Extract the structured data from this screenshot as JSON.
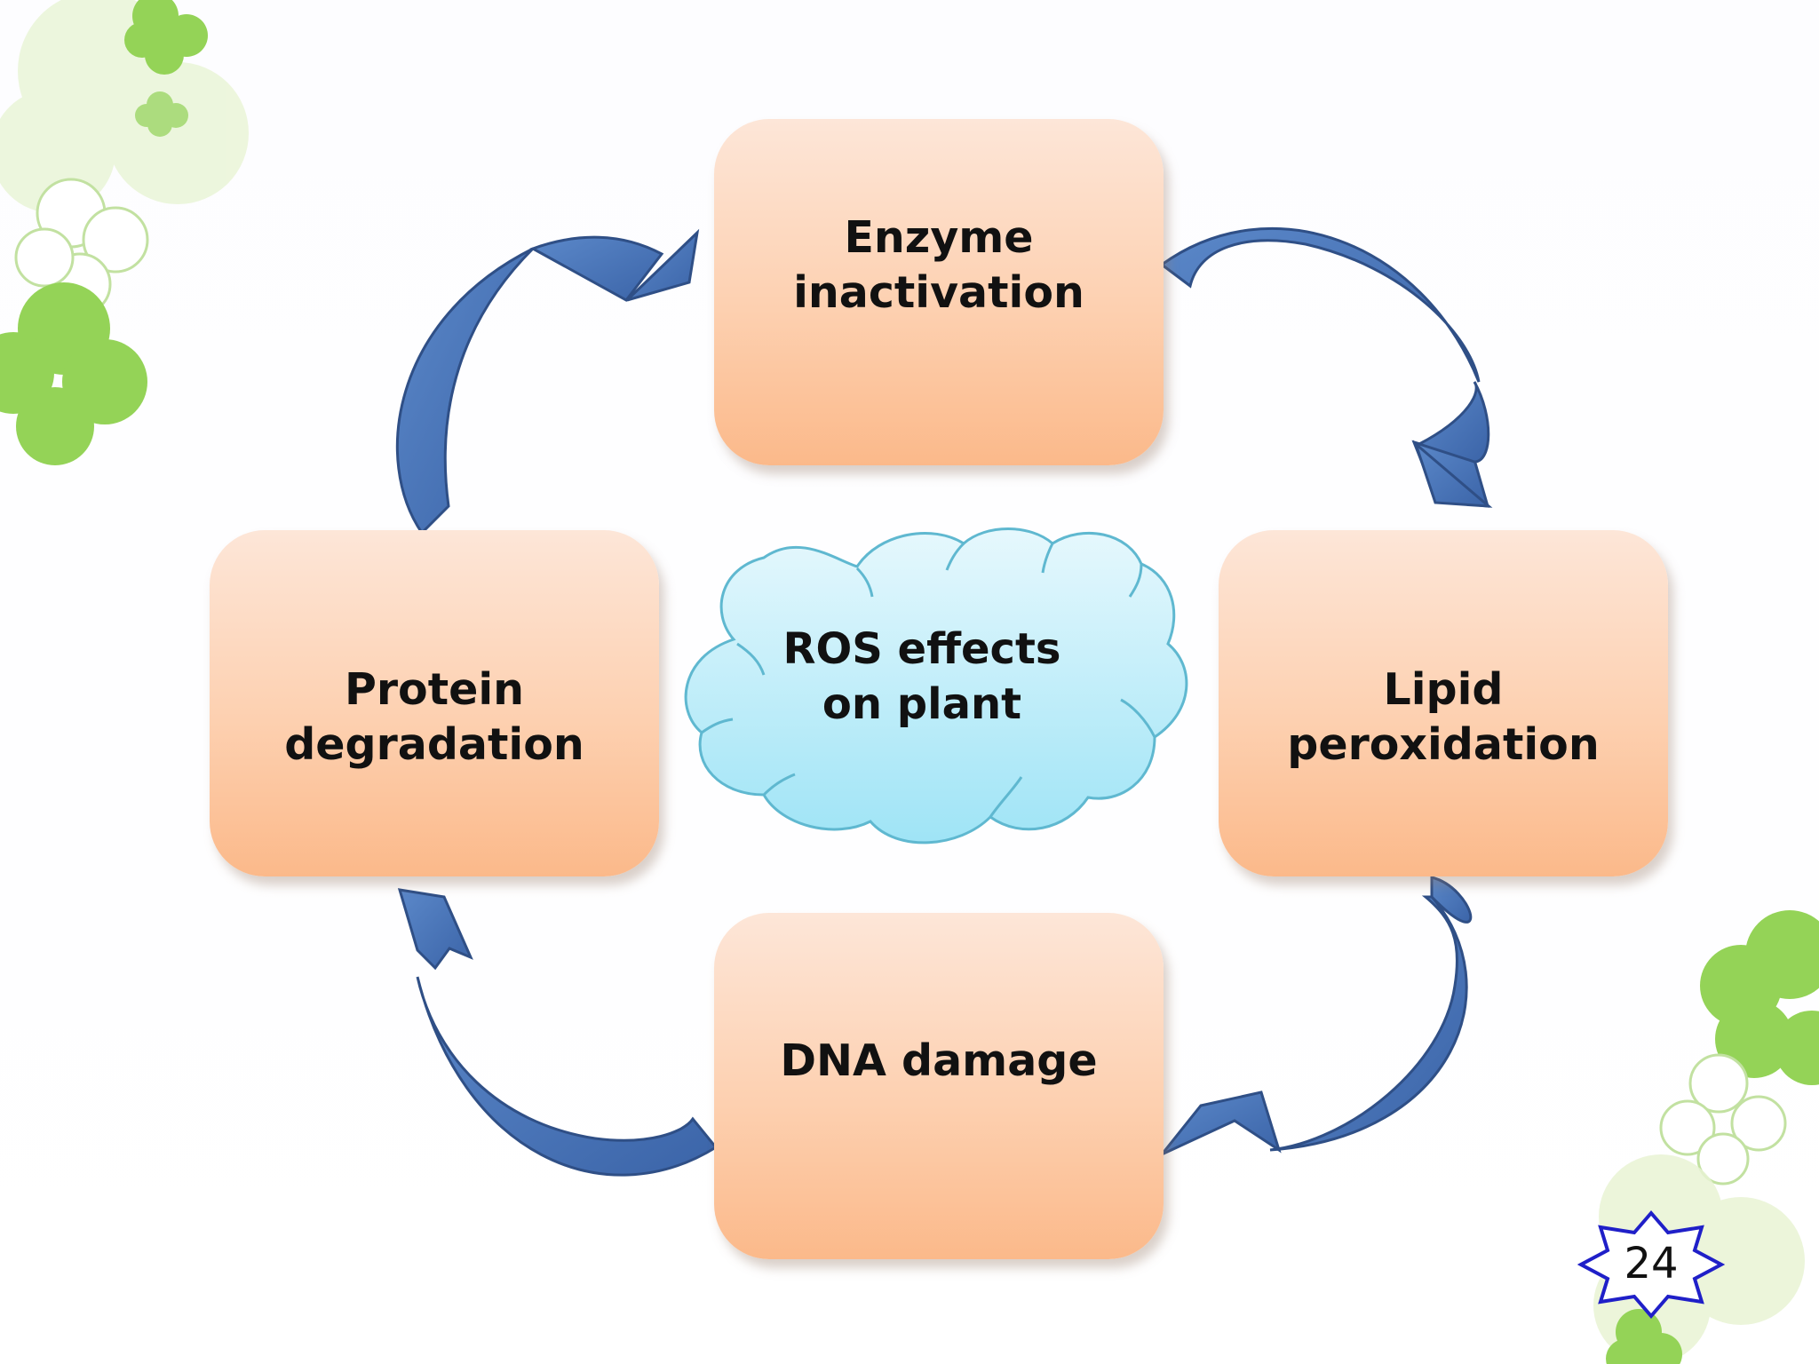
{
  "diagram": {
    "center": {
      "label": "ROS effects\non plant"
    },
    "nodes": [
      {
        "id": "top",
        "label": "Enzyme\ninactivation"
      },
      {
        "id": "right",
        "label": "Lipid\nperoxidation"
      },
      {
        "id": "bottom",
        "label": "DNA damage"
      },
      {
        "id": "left",
        "label": "Protein\ndegradation"
      }
    ],
    "edges": [
      {
        "from": "top",
        "to": "right"
      },
      {
        "from": "right",
        "to": "bottom"
      },
      {
        "from": "bottom",
        "to": "left"
      },
      {
        "from": "left",
        "to": "top"
      }
    ]
  },
  "page": {
    "number": "24"
  },
  "colors": {
    "node_fill_top": "#fde6d8",
    "node_fill_bottom": "#fbb98a",
    "arrow_fill": "#4a74b8",
    "arrow_stroke": "#2f4f86",
    "cloud_fill": "#bfeefb",
    "cloud_stroke": "#5fb8d0",
    "clover_green": "#8fd14f",
    "page_badge_stroke": "#1f1fc8"
  }
}
